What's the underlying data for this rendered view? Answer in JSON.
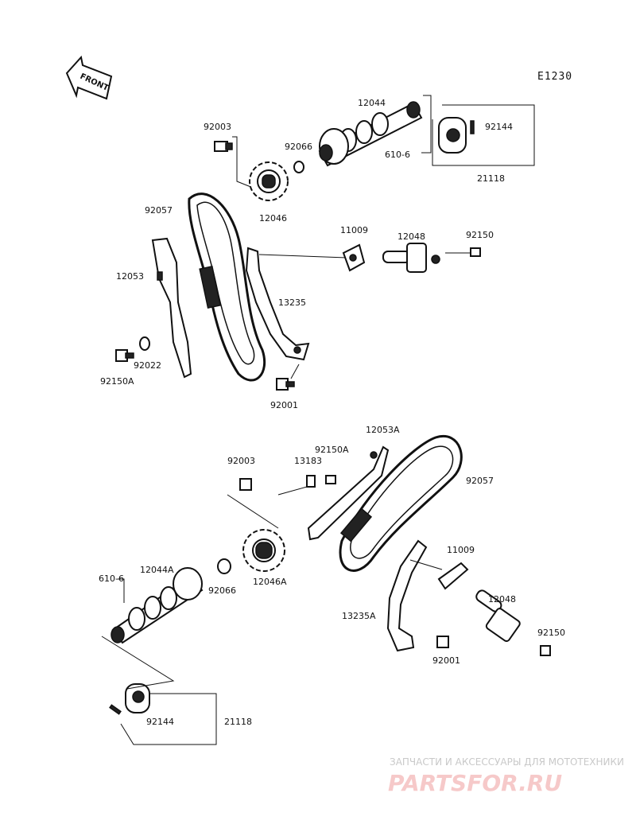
{
  "diagram_code": "E1230",
  "front_label": "FRONT",
  "labels_top": {
    "p92003": "92003",
    "p12044": "12044",
    "p92066": "92066",
    "p92144": "92144",
    "p610_6": "610-6",
    "p21118": "21118",
    "p12046": "12046",
    "p92057": "92057",
    "p11009": "11009",
    "p12048": "12048",
    "p92150": "92150",
    "p12053": "12053",
    "p13235": "13235",
    "p92022": "92022",
    "p92150A": "92150A",
    "p92001": "92001"
  },
  "labels_bottom": {
    "p12053A": "12053A",
    "p92150A": "92150A",
    "p13183": "13183",
    "p92003": "92003",
    "p92057": "92057",
    "p11009": "11009",
    "p12048": "12048",
    "p92150": "92150",
    "p12044A": "12044A",
    "p610_6": "610-6",
    "p92066": "92066",
    "p12046A": "12046A",
    "p13235A": "13235A",
    "p92001": "92001",
    "p92144": "92144",
    "p21118": "21118"
  },
  "watermark": {
    "top": "ЗАПЧАСТИ И АКСЕССУАРЫ ДЛЯ МОТОТЕХНИКИ",
    "brand": "PARTSFOR.RU"
  }
}
